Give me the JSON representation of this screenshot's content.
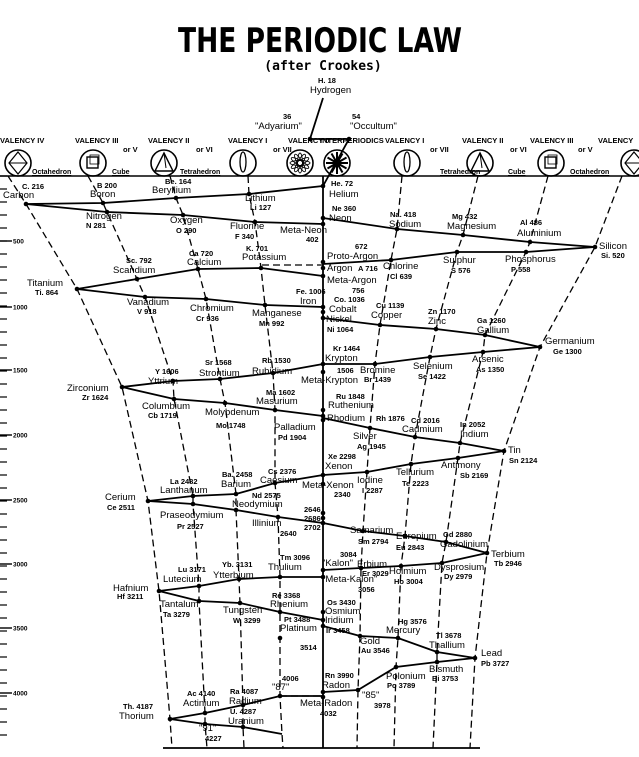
{
  "title": "THE PERIODIC LAW",
  "subtitle": "(after Crookes)",
  "scale_ticks": [
    "500",
    "1000",
    "1500",
    "2000",
    "2500",
    "3000",
    "3500",
    "4000"
  ],
  "valencies": [
    {
      "label": "VALENCY IV",
      "alt": "",
      "shape": "Octahedron"
    },
    {
      "label": "VALENCY III",
      "alt": "or V",
      "shape": "Cube"
    },
    {
      "label": "VALENCY II",
      "alt": "or VI",
      "shape": "Tetrahedron"
    },
    {
      "label": "VALENCY I",
      "alt": "or VII",
      "shape": ""
    },
    {
      "label": "VALENCY 0",
      "alt": "",
      "shape": ""
    },
    {
      "label": "INTERPERIODICS",
      "alt": "",
      "shape": ""
    },
    {
      "label": "VALENCY I",
      "alt": "or VII",
      "shape": ""
    },
    {
      "label": "VALENCY II",
      "alt": "or VI",
      "shape": "Tetrahedron"
    },
    {
      "label": "VALENCY III",
      "alt": "or V",
      "shape": "Cube"
    },
    {
      "label": "VALENCY",
      "alt": "",
      "shape": "Octahedron"
    }
  ],
  "elements": [
    {
      "name": "Hydrogen",
      "data": "H. 18"
    },
    {
      "name": "Helium",
      "data": "He. 72"
    },
    {
      "name": "Lithium",
      "data": "Li 127"
    },
    {
      "name": "Beryllium",
      "data": "Be. 164"
    },
    {
      "name": "Boron",
      "data": "B 200"
    },
    {
      "name": "Carbon",
      "data": "C. 216"
    },
    {
      "name": "Nitrogen",
      "data": "N 281"
    },
    {
      "name": "Oxygen",
      "data": "O 290"
    },
    {
      "name": "Fluorine",
      "data": "F 340"
    },
    {
      "name": "Meta-Neon",
      "data": "402"
    },
    {
      "name": "Neon",
      "data": "Ne 360"
    },
    {
      "name": "Sodium",
      "data": "Na. 418"
    },
    {
      "name": "Magnesium",
      "data": "Mg 432"
    },
    {
      "name": "Aluminium",
      "data": "Al 486"
    },
    {
      "name": "Silicon",
      "data": "Si. 520"
    },
    {
      "name": "Phosphorus",
      "data": "P 558"
    },
    {
      "name": "Sulphur",
      "data": "S 576"
    },
    {
      "name": "Chlorine",
      "data": "Cl 639"
    },
    {
      "name": "Proto-Argon",
      "data": "672"
    },
    {
      "name": "Argon",
      "data": "A 716"
    },
    {
      "name": "Meta-Argon",
      "data": "756"
    },
    {
      "name": "Potassium",
      "data": "K. 701"
    },
    {
      "name": "Calcium",
      "data": "Ca 720"
    },
    {
      "name": "Scandium",
      "data": "Sc. 792"
    },
    {
      "name": "Titanium",
      "data": "Ti. 864"
    },
    {
      "name": "Vanadium",
      "data": "V 918"
    },
    {
      "name": "Chromium",
      "data": "Cr 936"
    },
    {
      "name": "Manganese",
      "data": "Mn 992"
    },
    {
      "name": "Iron",
      "data": "Fe. 1006"
    },
    {
      "name": "Cobalt",
      "data": "Co. 1036"
    },
    {
      "name": "Nickel",
      "data": "Ni 1064"
    },
    {
      "name": "Copper",
      "data": "Cu 1139"
    },
    {
      "name": "Zinc",
      "data": "Zn 1170"
    },
    {
      "name": "Gallium",
      "data": "Ga 1260"
    },
    {
      "name": "Germanium",
      "data": "Ge 1300"
    },
    {
      "name": "Arsenic",
      "data": "As 1350"
    },
    {
      "name": "Selenium",
      "data": "Se 1422"
    },
    {
      "name": "Bromine",
      "data": "Br 1439"
    },
    {
      "name": "Krypton",
      "data": "Kr 1464"
    },
    {
      "name": "Meta-Krypton",
      "data": "1506"
    },
    {
      "name": "Rubidium",
      "data": "Rb 1530"
    },
    {
      "name": "Strontium",
      "data": "Sr 1568"
    },
    {
      "name": "Yttrium",
      "data": "Y 1606"
    },
    {
      "name": "Zirconium",
      "data": "Zr 1624"
    },
    {
      "name": "Columbium",
      "data": "Cb 1719"
    },
    {
      "name": "Molybdenum",
      "data": "Mo 1748"
    },
    {
      "name": "Masurium",
      "data": "Ma 1602"
    },
    {
      "name": "Palladium",
      "data": "Pd 1904"
    },
    {
      "name": "Ruthenium",
      "data": "Ru 1848"
    },
    {
      "name": "Rhodium",
      "data": "Rh 1876"
    },
    {
      "name": "Silver",
      "data": "Ag 1945"
    },
    {
      "name": "Cadmium",
      "data": "Cd 2016"
    },
    {
      "name": "Indium",
      "data": "In 2052"
    },
    {
      "name": "Tin",
      "data": "Sn 2124"
    },
    {
      "name": "Antimony",
      "data": "Sb 2169"
    },
    {
      "name": "Tellurium",
      "data": "Te 2223"
    },
    {
      "name": "Iodine",
      "data": "I 2287"
    },
    {
      "name": "Xenon",
      "data": "Xe 2298"
    },
    {
      "name": "Meta-Xenon",
      "data": "2340"
    },
    {
      "name": "Caesium",
      "data": "Cs 2376"
    },
    {
      "name": "Barium",
      "data": "Ba. 2458"
    },
    {
      "name": "Lanthanum",
      "data": "La 2482"
    },
    {
      "name": "Cerium",
      "data": "Ce 2511"
    },
    {
      "name": "Neodymium",
      "data": "Nd 2575"
    },
    {
      "name": "Praseodymium",
      "data": "Pr 2527"
    },
    {
      "name": "Illinium",
      "data": "2640"
    },
    {
      "name": "",
      "data": "2646"
    },
    {
      "name": "",
      "data": "2686"
    },
    {
      "name": "",
      "data": "2702"
    },
    {
      "name": "Samarium",
      "data": "Sm 2794"
    },
    {
      "name": "Europium",
      "data": "Eu 2843"
    },
    {
      "name": "Gadolinium",
      "data": "Gd 2880"
    },
    {
      "name": "Terbium",
      "data": "Tb 2946"
    },
    {
      "name": "Dysprosium",
      "data": "Dy 2979"
    },
    {
      "name": "Holmium",
      "data": "Ho 3004"
    },
    {
      "name": "Erbium",
      "data": "Er 3029"
    },
    {
      "name": "\"Kalon\"",
      "data": "3084"
    },
    {
      "name": "\"Meta-Kalon\"",
      "data": "3056"
    },
    {
      "name": "Thulium",
      "data": "Tm 3096"
    },
    {
      "name": "Ytterbium",
      "data": "Yb. 3131"
    },
    {
      "name": "Lutecium",
      "data": "Lu 3171"
    },
    {
      "name": "Hafnium",
      "data": "Hf 3211"
    },
    {
      "name": "Tantalum",
      "data": "Ta 3279"
    },
    {
      "name": "Tungsten",
      "data": "W. 3299"
    },
    {
      "name": "Rhenium",
      "data": "Re 3368"
    },
    {
      "name": "Platinum",
      "data": "Pt 3488"
    },
    {
      "name": "Osmium",
      "data": "Os 3430"
    },
    {
      "name": "Iridium",
      "data": "Ir 3458"
    },
    {
      "name": "",
      "data": "3514"
    },
    {
      "name": "Gold",
      "data": "Au 3546"
    },
    {
      "name": "Mercury",
      "data": "Hg 3576"
    },
    {
      "name": "Thallium",
      "data": "Tl 3678"
    },
    {
      "name": "Lead",
      "data": "Pb 3727"
    },
    {
      "name": "Bismuth",
      "data": "Bi 3753"
    },
    {
      "name": "Polonium",
      "data": "Po 3789"
    },
    {
      "name": "\"85\"",
      "data": "3978"
    },
    {
      "name": "Radon",
      "data": "Rn 3990"
    },
    {
      "name": "Meta-Radon",
      "data": "4032"
    },
    {
      "name": "\"87\"",
      "data": "4006"
    },
    {
      "name": "Radium",
      "data": "Ra 4087"
    },
    {
      "name": "Actinium",
      "data": "Ac 4140"
    },
    {
      "name": "Thorium",
      "data": "Th. 4187"
    },
    {
      "name": "\"91\"",
      "data": "4227"
    },
    {
      "name": "Uranium",
      "data": "U. 4287"
    },
    {
      "name": "\"Adyarium\"",
      "data": "36"
    },
    {
      "name": "\"Occultum\"",
      "data": "54"
    }
  ]
}
